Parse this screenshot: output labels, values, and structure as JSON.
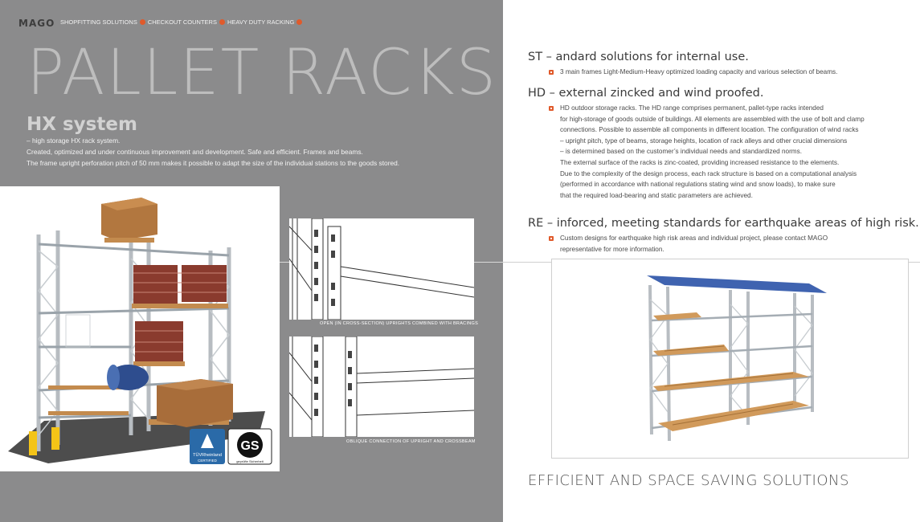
{
  "header": {
    "logo": "MAGO",
    "nav": [
      "SHOPFITTING SOLUTIONS",
      "CHECKOUT COUNTERS",
      "HEAVY DUTY RACKING"
    ]
  },
  "hero": {
    "title": "PALLET RACKS",
    "subtitle": "HX system",
    "lines": [
      "– high storage HX rack system.",
      "Created, optimized and under continuous improvement and development. Safe and efficient. Frames and beams.",
      "The frame upright perforation pitch of 50 mm makes it possible to adapt the size of the individual stations to the goods stored."
    ]
  },
  "badges": {
    "tuv_name": "TÜVRheinland",
    "tuv_status": "CERTIFIED",
    "gs": "GS",
    "gs_sub": "geprüfte Sicherheit"
  },
  "captions": {
    "top": "OPEN (IN CROSS-SECTION) UPRIGHTS COMBINED WITH BRACINGS",
    "bottom": "OBLIQUE CONNECTION OF UPRIGHT AND CROSSBEAM"
  },
  "sections": [
    {
      "title": "ST – andard solutions for internal use.",
      "lines": [
        "3 main frames Light-Medium-Heavy optimized loading capacity and various selection of beams."
      ]
    },
    {
      "title": "HD – external zincked and wind proofed.",
      "lines": [
        "HD outdoor storage racks. The HD range comprises permanent, pallet-type racks intended",
        "for high-storage of goods outside of buildings. All elements are assembled with the use of bolt and clamp",
        "connections. Possible to assemble all components in different location. The configuration of wind racks",
        "– upright pitch, type of beams, storage heights, location of rack alleys and other crucial dimensions",
        "– is determined based on the customer’s individual needs and standardized norms.",
        "The external surface of the racks is zinc-coated, providing increased resistance to the elements.",
        "Due to the complexity of the design process, each rack structure is based on a computational analysis",
        "(performed in accordance with national regulations stating wind and snow loads), to make sure",
        "that the required load-bearing and static parameters are achieved."
      ]
    },
    {
      "title": "RE – inforced, meeting standards for earthquake areas of high risk.",
      "lines": [
        "Custom designs for earthquake high risk areas and individual project, please contact MAGO",
        "representative for more information."
      ]
    }
  ],
  "footer": "EFFICIENT AND SPACE SAVING SOLUTIONS",
  "colors": {
    "panel": "#8b8b8c",
    "accent": "#e05a2b",
    "roof": "#3f63b0"
  },
  "icons": [
    "tuv-certified-icon",
    "gs-certified-icon",
    "bullet-icon"
  ]
}
